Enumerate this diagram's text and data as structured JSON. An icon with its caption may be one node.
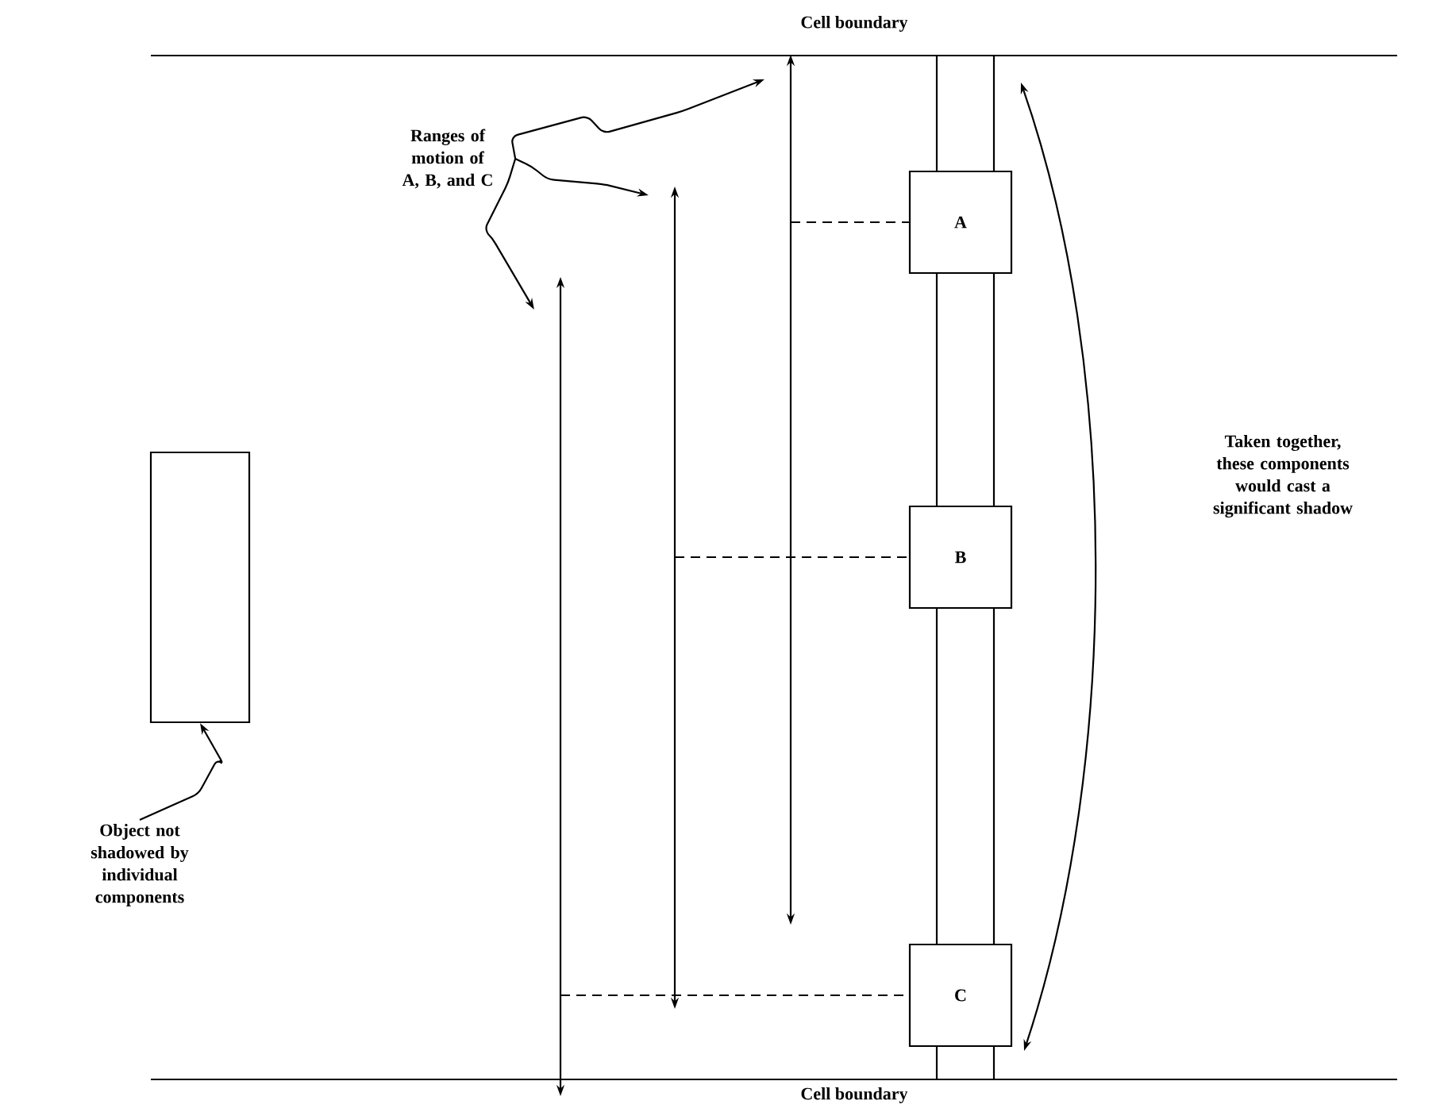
{
  "diagram": {
    "nodes": [
      {
        "text": [
          "Ranges of motion of A, B, and C"
        ]
      },
      {
        "text": [],
        "shape": "line"
      },
      {
        "text": [],
        "shape": "line"
      },
      {
        "text": [],
        "shape": "line"
      },
      {
        "text": [
          "A"
        ]
      },
      {
        "text": [
          "B"
        ]
      },
      {
        "text": [
          "C"
        ]
      },
      {
        "text": [],
        "shape": "box"
      },
      {
        "text": [
          "Object not shadowed by individual components"
        ]
      },
      {
        "text": [
          "Taken together, these components would cast a significant shadow"
        ]
      }
    ],
    "edges": [
      {
        "from": 0,
        "to": 3,
        "arrow": "to"
      },
      {
        "from": 0,
        "to": 2,
        "arrow": "to"
      },
      {
        "from": 0,
        "to": 1,
        "arrow": "to"
      },
      {
        "from": 3,
        "to": 4,
        "arrow": "none",
        "style": "dashed"
      },
      {
        "from": 2,
        "to": 5,
        "arrow": "none",
        "style": "dashed"
      },
      {
        "from": 1,
        "to": 6,
        "arrow": "none",
        "style": "dashed"
      },
      {
        "from": 8,
        "to": 7,
        "arrow": "to"
      }
    ],
    "labels": [
      "Cell boundary",
      "Cell boundary"
    ]
  }
}
